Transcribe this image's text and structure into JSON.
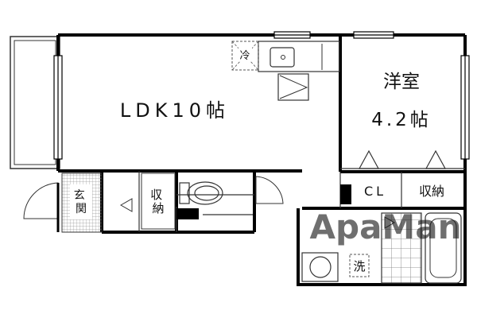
{
  "rooms": {
    "ldk": {
      "label": "LDK10帖"
    },
    "western": {
      "name": "洋室",
      "size": "4.2帖"
    },
    "closet": {
      "label": "CL"
    },
    "storage_right": {
      "label": "収納"
    },
    "entrance": {
      "label": "玄関"
    },
    "storage_hall": {
      "label": "収納"
    }
  },
  "fixtures": {
    "fridge": {
      "label": "冷"
    },
    "washer": {
      "label": "洗"
    }
  },
  "watermark": {
    "text": "ApaMan"
  },
  "colors": {
    "wall": "#000000",
    "line": "#333333",
    "tile": "#bbbbbb",
    "watermark": "#cccccc"
  }
}
